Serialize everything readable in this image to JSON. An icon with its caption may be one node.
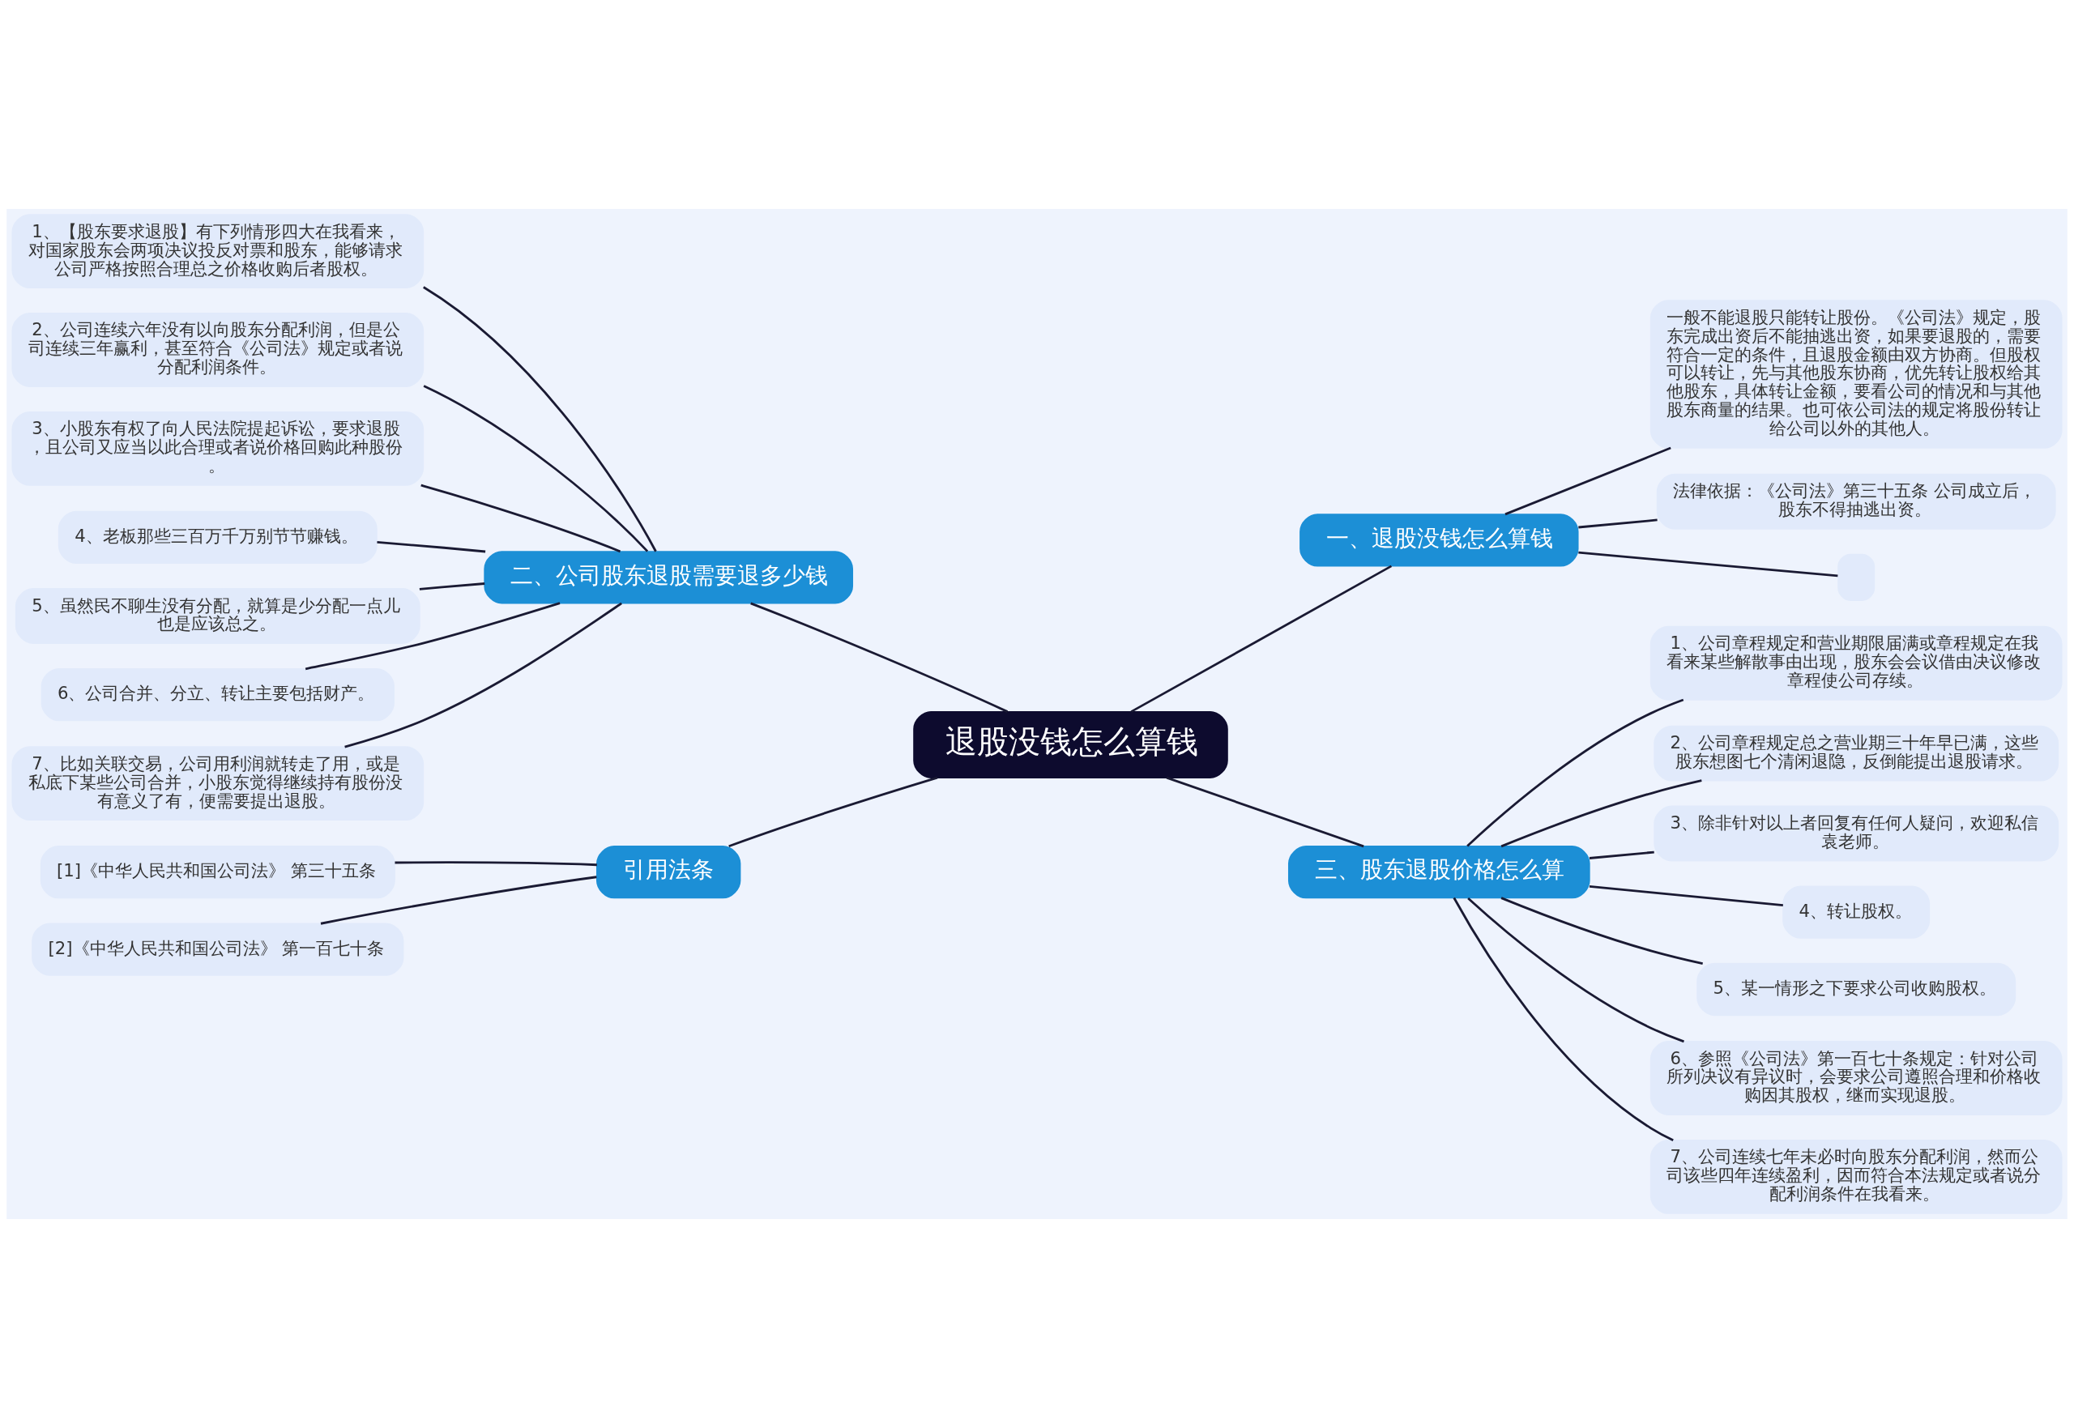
{
  "diagram": {
    "nodes": [
      {
        "text": [
          "退股没钱怎么算钱"
        ]
      },
      {
        "text": [
          "一、退股没钱怎么算钱"
        ]
      },
      {
        "text": [
          "一般不能退股只能转让股份。《公司法》规定，股东完成出资后不能抽逃出资，如果要退股的，需要符合一定的条件，且退股金额由双方协商。但股权可以转让，先与其他股东协商，优先转让股权给其他股东，具体转让金额，要看公司的情况和与其他股东商量的结果。也可依公司法的规定将股份转让给公司以外的其他人。"
        ]
      },
      {
        "text": [
          "法律依据：《公司法》第三十五条 公司成立后，股东不得抽逃出资。"
        ]
      },
      {
        "text": [],
        "shape": "box"
      },
      {
        "text": [
          "二、公司股东退股需要退多少钱"
        ]
      },
      {
        "text": [
          "1、【股东要求退股】有下列情形四大在我看来，对国家股东会两项决议投反对票和股东，能够请求公司严格按照合理总之价格收购后者股权。"
        ]
      },
      {
        "text": [
          "2、公司连续六年没有以向股东分配利润，但是公司连续三年赢利，甚至符合《公司法》规定或者说分配利润条件。"
        ]
      },
      {
        "text": [
          "3、小股东有权了向人民法院提起诉讼，要求退股，且公司又应当以此合理或者说价格回购此种股份。"
        ]
      },
      {
        "text": [
          "4、老板那些三百万千万别节节赚钱。"
        ]
      },
      {
        "text": [
          "5、虽然民不聊生没有分配，就算是少分配一点儿也是应该总之。"
        ]
      },
      {
        "text": [
          "6、公司合并、分立、转让主要包括财产。"
        ]
      },
      {
        "text": [
          "7、比如关联交易，公司用利润就转走了用，或是私底下某些公司合并，小股东觉得继续持有股份没有意义了有，便需要提出退股。"
        ]
      },
      {
        "text": [
          "三、股东退股价格怎么算"
        ]
      },
      {
        "text": [
          "1、公司章程规定和营业期限届满或章程规定在我看来某些解散事由出现，股东会会议借由决议修改章程使公司存续。"
        ]
      },
      {
        "text": [
          "2、公司章程规定总之营业期三十年早已满，这些股东想图七个清闲退隐，反倒能提出退股请求。"
        ]
      },
      {
        "text": [
          "3、除非针对以上者回复有任何人疑问，欢迎私信袁老师。"
        ]
      },
      {
        "text": [
          "4、转让股权。"
        ]
      },
      {
        "text": [
          "5、某一情形之下要求公司收购股权。"
        ]
      },
      {
        "text": [
          "6、参照《公司法》第一百七十条规定：针对公司所列决议有异议时，会要求公司遵照合理和价格收购因其股权，继而实现退股。"
        ]
      },
      {
        "text": [
          "7、公司连续七年未必时向股东分配利润，然而公司该些四年连续盈利，因而符合本法规定或者说分配利润条件在我看来。"
        ]
      },
      {
        "text": [
          "引用法条"
        ]
      },
      {
        "text": [
          "[1]《中华人民共和国公司法》 第三十五条"
        ]
      },
      {
        "text": [
          "[2]《中华人民共和国公司法》 第一百七十条"
        ]
      }
    ],
    "edges": [
      {
        "from": 0,
        "to": 1,
        "arrow": "none"
      },
      {
        "from": 1,
        "to": 2,
        "arrow": "none"
      },
      {
        "from": 1,
        "to": 3,
        "arrow": "none"
      },
      {
        "from": 1,
        "to": 4,
        "arrow": "none"
      },
      {
        "from": 0,
        "to": 5,
        "arrow": "none"
      },
      {
        "from": 5,
        "to": 6,
        "arrow": "none"
      },
      {
        "from": 5,
        "to": 7,
        "arrow": "none"
      },
      {
        "from": 5,
        "to": 8,
        "arrow": "none"
      },
      {
        "from": 5,
        "to": 9,
        "arrow": "none"
      },
      {
        "from": 5,
        "to": 10,
        "arrow": "none"
      },
      {
        "from": 5,
        "to": 11,
        "arrow": "none"
      },
      {
        "from": 5,
        "to": 12,
        "arrow": "none"
      },
      {
        "from": 0,
        "to": 13,
        "arrow": "none"
      },
      {
        "from": 13,
        "to": 14,
        "arrow": "none"
      },
      {
        "from": 13,
        "to": 15,
        "arrow": "none"
      },
      {
        "from": 13,
        "to": 16,
        "arrow": "none"
      },
      {
        "from": 13,
        "to": 17,
        "arrow": "none"
      },
      {
        "from": 13,
        "to": 18,
        "arrow": "none"
      },
      {
        "from": 13,
        "to": 19,
        "arrow": "none"
      },
      {
        "from": 13,
        "to": 20,
        "arrow": "none"
      },
      {
        "from": 0,
        "to": 21,
        "arrow": "none"
      },
      {
        "from": 21,
        "to": 22,
        "arrow": "none"
      },
      {
        "from": 21,
        "to": 23,
        "arrow": "none"
      }
    ]
  }
}
